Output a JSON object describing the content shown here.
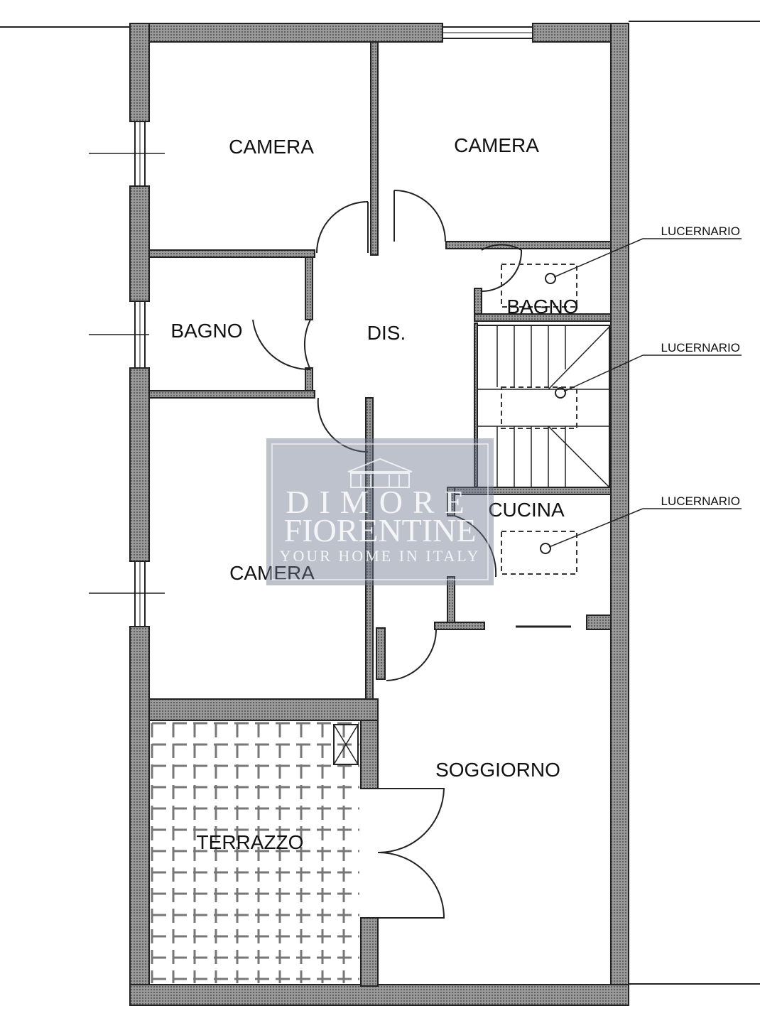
{
  "rooms": {
    "camera_top_left": "CAMERA",
    "camera_top_right": "CAMERA",
    "bagno_left": "BAGNO",
    "dis": "DIS.",
    "bagno_right": "BAGNO",
    "camera_middle": "CAMERA",
    "cucina": "CUCINA",
    "soggiorno": "SOGGIORNO",
    "terrazzo": "TERRAZZO"
  },
  "annotations": {
    "skylight_1": "LUCERNARIO",
    "skylight_2": "LUCERNARIO",
    "skylight_3": "LUCERNARIO"
  },
  "watermark": {
    "line1": "DIMORE",
    "line2": "FIORENTINE",
    "line3": "YOUR HOME IN ITALY"
  }
}
